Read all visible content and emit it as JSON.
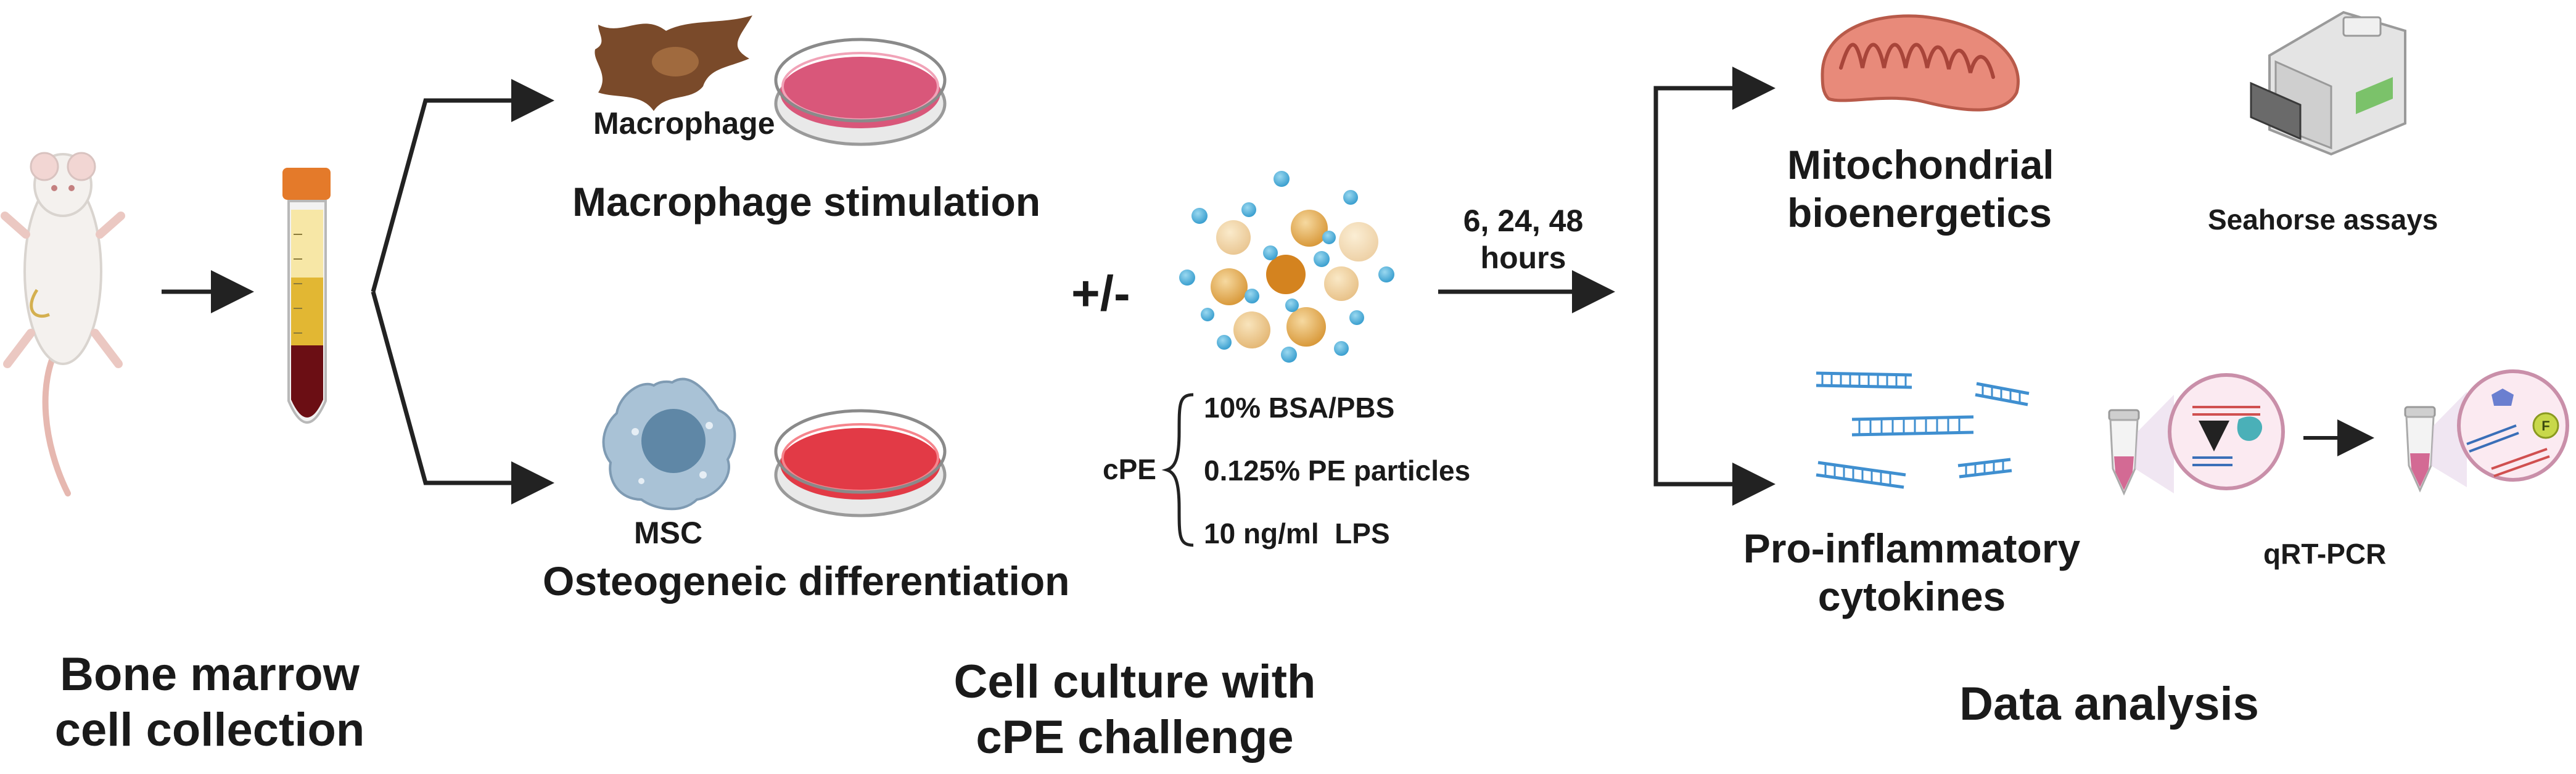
{
  "sections": {
    "collection_line1": "Bone marrow",
    "collection_line2": "cell collection",
    "culture_line1": "Cell culture with",
    "culture_line2": "cPE challenge",
    "analysis": "Data analysis"
  },
  "macrophage": {
    "cell_label": "Macrophage",
    "process": "Macrophage stimulation"
  },
  "msc": {
    "cell_label": "MSC",
    "process": "Osteogeneic differentiation"
  },
  "treatment": {
    "plus_minus": "+/-",
    "cpe_label": "cPE",
    "components": [
      "10% BSA/PBS",
      "0.125% PE particles",
      "10 ng/ml  LPS"
    ]
  },
  "timepoints": {
    "line1": "6, 24, 48",
    "line2": "hours"
  },
  "analysis": {
    "mito_line1": "Mitochondrial",
    "mito_line2": "bioenergetics",
    "seahorse": "Seahorse assays",
    "cyto_line1": "Pro-inflammatory",
    "cyto_line2": "cytokines",
    "qrtpcr": "qRT-PCR"
  },
  "colors": {
    "arrow": "#222222",
    "dish_pink": "#d9577a",
    "dish_red": "#e23a46",
    "macrophage": "#7a4a2a",
    "msc_body": "#a9c2d6",
    "msc_nucleus": "#5f87a6",
    "particle_tan": "#e8b25c",
    "particle_blue": "#5ab7df",
    "dna_blue": "#3f8fd0",
    "mito_pink": "#e88a7a",
    "blood": "#6b0e14",
    "serum": "#e2b733",
    "tube_cap": "#e47a2a"
  },
  "icons": [
    "mouse-icon",
    "blood-tube-icon",
    "macrophage-icon",
    "petri-dish-icon",
    "msc-icon",
    "particles-icon",
    "mitochondrion-icon",
    "seahorse-analyzer-icon",
    "cytokine-dna-icon",
    "pcr-tube-icon"
  ]
}
